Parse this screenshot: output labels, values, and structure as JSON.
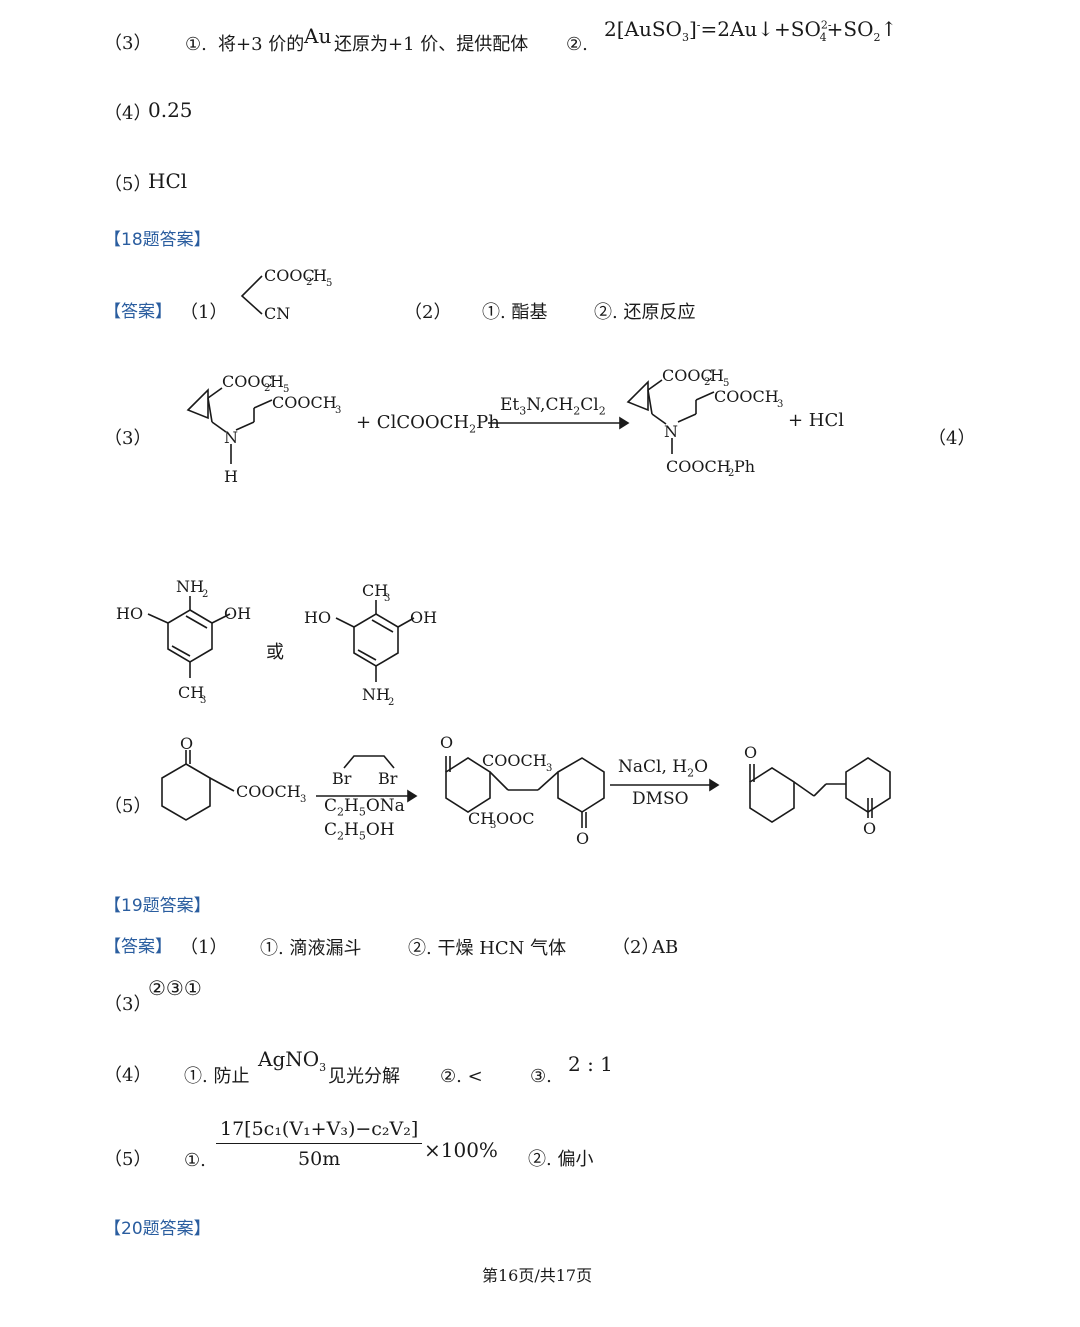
{
  "q17": {
    "p3_label": "（3）",
    "p3_a_circ": "①.",
    "p3_a_text1": "将+3 价的",
    "p3_a_au": "Au",
    "p3_a_text2": "还原为+1 价、提供配体",
    "p3_b_circ": "②.",
    "p3_b_eq_prefix": "2[AuSO",
    "p3_b_eq_mid": "]",
    "p3_b_eq_mid2": "=2Au↓+SO",
    "p3_b_eq_mid3": "+SO",
    "p3_b_eq_end": "↑",
    "sub3": "3",
    "sup_minus": "-",
    "sub4": "4",
    "sup2m": "2-",
    "sub2": "2",
    "p4_label": "（4）",
    "p4_value": "0.25",
    "p5_label": "（5）",
    "p5_value": "HCl"
  },
  "q18": {
    "heading": "【18题答案】",
    "ans_label": "【答案】",
    "p1_label": "（1）",
    "p1_top": "COOC",
    "p1_top_sub1": "2",
    "p1_top_h": "H",
    "p1_top_sub2": "5",
    "p1_bottom": "CN",
    "p2_label": "（2）",
    "p2_a": "①. 酯基",
    "p2_b": "②. 还原反应",
    "p3_label": "（3）",
    "p3_reactant_a": "COOC",
    "p3_reactant_b": "COOCH",
    "p3_N": "N",
    "p3_H": "H",
    "p3_plus_reagent": "+ ClCOOCH",
    "p3_plus_reagent_end": "Ph",
    "p3_conditions": "Et",
    "p3_conditions_mid": "N,CH",
    "p3_conditions_mid2": "Cl",
    "p3_product_sub": "COOCH",
    "p3_product_sub_end": "Ph",
    "p3_hcl": "+ HCl",
    "p4_label": "（4）",
    "p4_nh2": "NH",
    "p4_ho": "HO",
    "p4_oh": "OH",
    "p4_ch3": "CH",
    "p4_or": "或",
    "p5_label": "（5）",
    "p5_O": "O",
    "p5_cooch3": "COOCH",
    "p5_br": "Br",
    "p5_cond1a": "C",
    "p5_cond1b": "H",
    "p5_cond1c": "ONa",
    "p5_cond2c": "OH",
    "p5_ch3ooc": "CH",
    "p5_ch3ooc_end": "OOC",
    "p5_reag_top": "NaCl, H",
    "p5_reag_top_end": "O",
    "p5_reag_bottom": "DMSO"
  },
  "q19": {
    "heading": "【19题答案】",
    "ans_label": "【答案】",
    "p1_label": "（1）",
    "p1_a": "①. 滴液漏斗",
    "p1_b_pre": "②. 干燥",
    "p1_b_hcn": "HCN",
    "p1_b_post": "气体",
    "p2_label": "（2）",
    "p2_value": "AB",
    "p3_label": "（3）",
    "p3_value": "②③①",
    "p4_label": "（4）",
    "p4_a_pre": "①. 防止",
    "p4_a_chem": "AgNO",
    "p4_a_post": "见光分解",
    "p4_b": "②. <",
    "p4_c_circ": "③.",
    "p4_c_val": "2 : 1",
    "p5_label": "（5）",
    "p5_a_circ": "①.",
    "p5_frac_num": "17[5c₁(V₁+V₃)−c₂V₂]",
    "p5_frac_den": "50m",
    "p5_frac_tail": "×100%",
    "p5_b": "②. 偏小"
  },
  "q20": {
    "heading": "【20题答案】"
  },
  "footer": {
    "page": "第16页/共17页"
  }
}
